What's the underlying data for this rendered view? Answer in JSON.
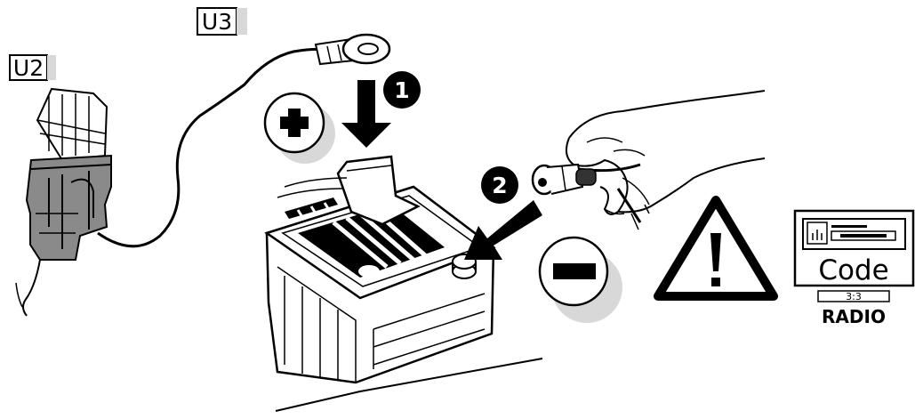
{
  "labels": {
    "u2": "U2",
    "u3": "U3"
  },
  "steps": {
    "step1": "1",
    "step2": "2"
  },
  "terminals": {
    "positive_icon": "plus-icon",
    "negative_icon": "minus-icon"
  },
  "radio_panel": {
    "code_text": "Code",
    "display_value": "3:3",
    "caption": "RADIO"
  },
  "icons": {
    "warning": "warning-triangle-icon",
    "radio": "radio-icon"
  },
  "colors": {
    "ink": "#000000",
    "background": "#ffffff",
    "fuse_fill": "#8a8a8a",
    "shadow": "#d8d8d8"
  }
}
